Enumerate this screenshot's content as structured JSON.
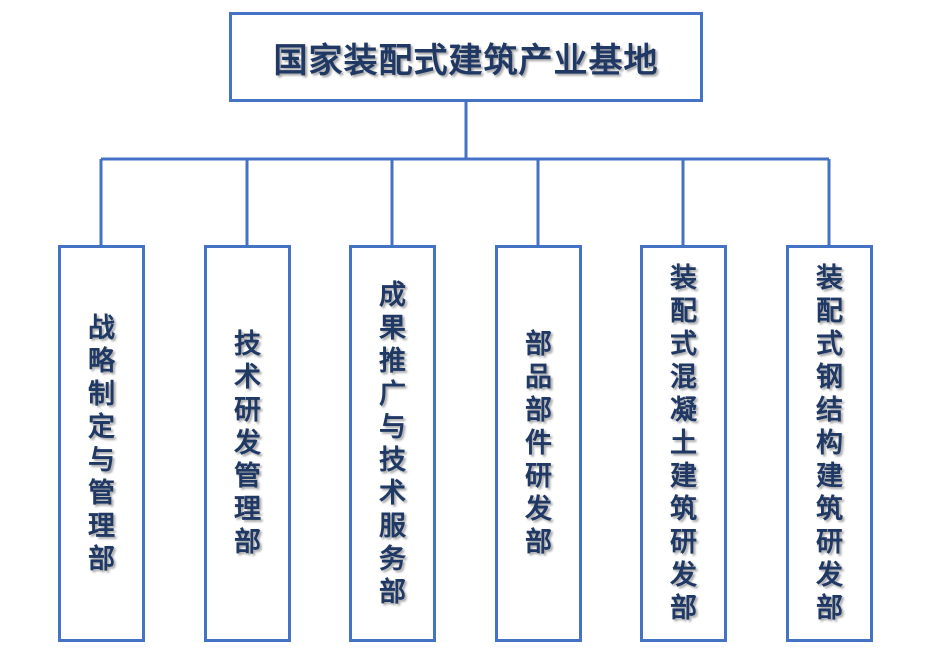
{
  "diagram": {
    "root": {
      "label": "国家装配式建筑产业基地"
    },
    "children": [
      {
        "label": "战略制定与管理部"
      },
      {
        "label": "技术研发管理部"
      },
      {
        "label": "成果推广与技术服务部"
      },
      {
        "label": "部品部件研发部"
      },
      {
        "label": "装配式混凝土建筑研发部"
      },
      {
        "label": "装配式钢结构建筑研发部"
      }
    ]
  },
  "colors": {
    "line": "#4472c4",
    "border": "#4472c4",
    "text": "#1f3864"
  }
}
